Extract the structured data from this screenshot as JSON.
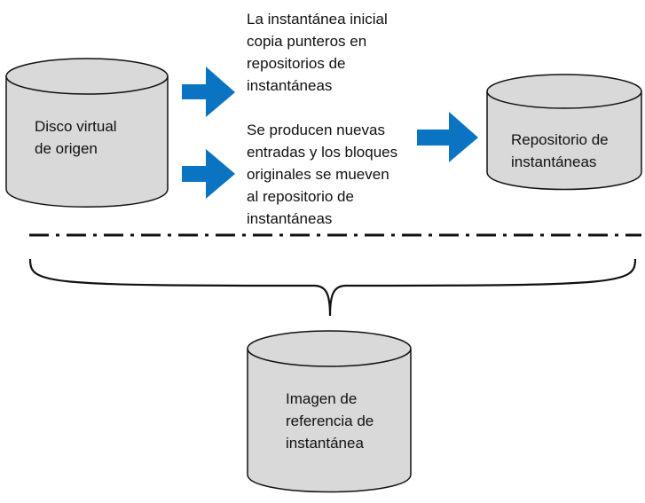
{
  "diagram": {
    "nodes": {
      "source_disk": "Disco virtual\nde origen",
      "snapshot_repository": "Repositorio de\ninstantáneas",
      "snapshot_image": "Imagen de\nreferencia de\ninstantánea"
    },
    "notes": {
      "initial_snapshot": "La instantánea inicial\ncopia punteros en\nrepositorios de\ninstantáneas",
      "new_entries": "Se producen nuevas\nentradas y los bloques\noriginales se mueven\nal repositorio de\ninstantáneas"
    }
  },
  "colors": {
    "arrow": "#0a74c2",
    "cylinder_fill": "#d9d9d9",
    "outline": "#111111",
    "background": "#ffffff"
  },
  "icons": {
    "arrow": "arrow-right-icon",
    "cylinder": "database-cylinder-icon",
    "brace": "curly-brace-icon"
  }
}
